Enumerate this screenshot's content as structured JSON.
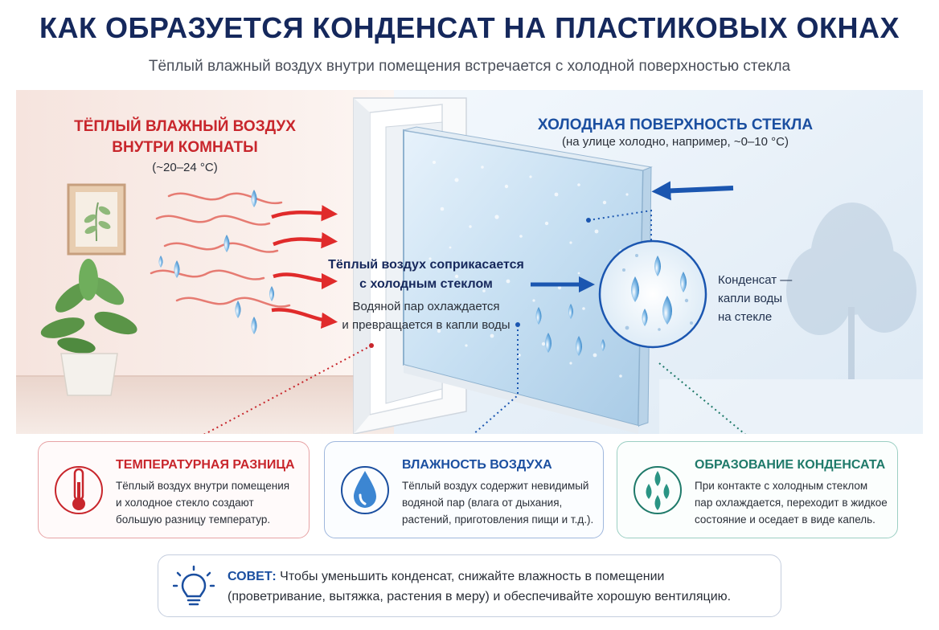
{
  "header": {
    "title": "КАК ОБРАЗУЕТСЯ КОНДЕНСАТ НА ПЛАСТИКОВЫХ ОКНАХ",
    "subtitle": "Тёплый влажный воздух внутри помещения встречается с холодной поверхностью стекла"
  },
  "warm_side": {
    "line1": "ТЁПЛЫЙ ВЛАЖНЫЙ ВОЗДУХ",
    "line2": "ВНУТРИ КОМНАТЫ",
    "temp": "(~20–24 °С)"
  },
  "cold_side": {
    "title": "ХОЛОДНАЯ ПОВЕРХНОСТЬ СТЕКЛА",
    "note": "(на улице холодно, например, ~0–10 °С)"
  },
  "middle": {
    "bold1": "Тёплый воздух соприкасается",
    "bold2": "с холодным стеклом",
    "text1": "Водяной пар охлаждается",
    "text2": "и превращается в капли воды"
  },
  "condensate": {
    "line1": "Конденсат —",
    "line2": "капли воды",
    "line3": "на стекле"
  },
  "cards": [
    {
      "title": "ТЕМПЕРАТУРНАЯ РАЗНИЦА",
      "lines": [
        "Тёплый воздух внутри помещения",
        "и холодное стекло создают",
        "большую разницу температур."
      ],
      "color": "#c8262c",
      "icon": "thermometer-icon"
    },
    {
      "title": "ВЛАЖНОСТЬ ВОЗДУХА",
      "lines": [
        "Тёплый воздух содержит невидимый",
        "водяной пар (влага от дыхания,",
        "растений, приготовления пищи и т.д.)."
      ],
      "color": "#1b4fa0",
      "icon": "water-drop-icon"
    },
    {
      "title": "ОБРАЗОВАНИЕ КОНДЕНСАТА",
      "lines": [
        "При контакте с холодным стеклом",
        "пар охлаждается, переходит в жидкое",
        "состояние и оседает в виде капель."
      ],
      "color": "#1f7a6a",
      "icon": "droplets-icon"
    }
  ],
  "tip": {
    "label": "СОВЕТ:",
    "line1": "Чтобы уменьшить конденсат, снижайте влажность в помещении",
    "line2": "(проветривание, вытяжка, растения в меру) и обеспечивайте хорошую вентиляцию.",
    "icon": "lightbulb-icon"
  },
  "colors": {
    "title": "#15285c",
    "warm": "#c8262c",
    "cold": "#1b4fa0",
    "green": "#1f7a6a"
  }
}
